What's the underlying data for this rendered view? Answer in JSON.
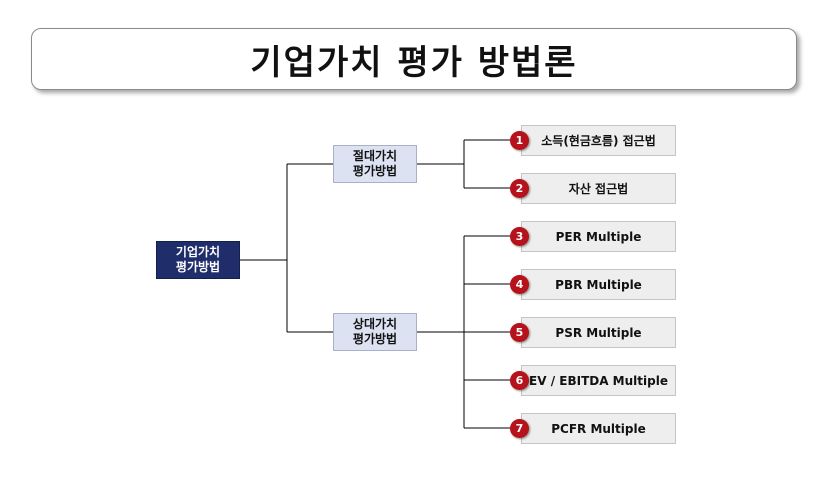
{
  "title": "기업가치 평가 방법론",
  "root": {
    "line1": "기업가치",
    "line2": "평가방법"
  },
  "branches": [
    {
      "line1": "절대가치",
      "line2": "평가방법"
    },
    {
      "line1": "상대가치",
      "line2": "평가방법"
    }
  ],
  "methods": [
    {
      "number": "1",
      "label": "소득(현금흐름) 접근법"
    },
    {
      "number": "2",
      "label": "자산 접근법"
    },
    {
      "number": "3",
      "label": "PER Multiple"
    },
    {
      "number": "4",
      "label": "PBR Multiple"
    },
    {
      "number": "5",
      "label": "PSR Multiple"
    },
    {
      "number": "6",
      "label": "EV / EBITDA Multiple"
    },
    {
      "number": "7",
      "label": "PCFR Multiple"
    }
  ],
  "colors": {
    "root_fill": "#1f2d6b",
    "branch_fill": "#dde2f3",
    "leaf_fill": "#eeeeee",
    "badge_fill": "#b5121b"
  }
}
